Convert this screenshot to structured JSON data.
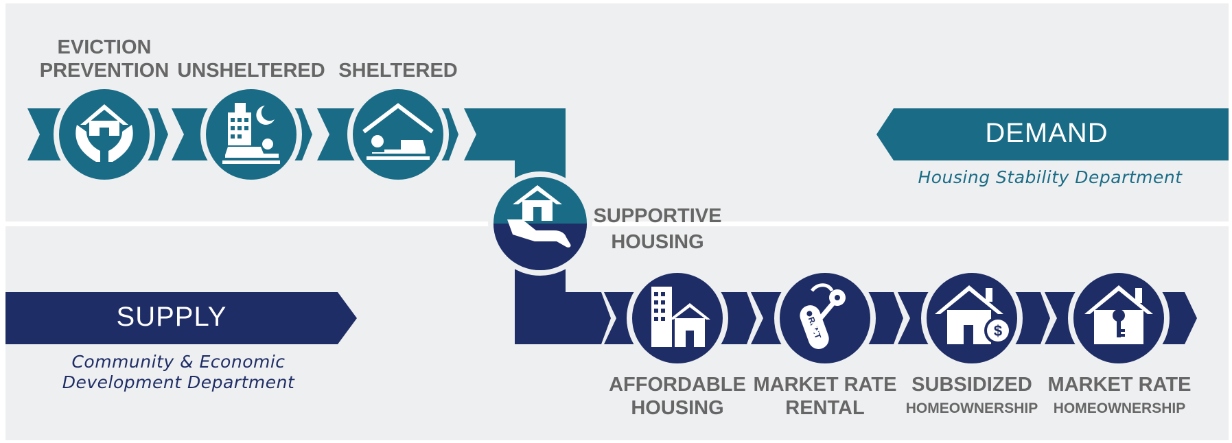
{
  "colors": {
    "teal": "#1a6c86",
    "navy": "#1f2d66",
    "panel": "#eeeff0",
    "label_gray": "#666666",
    "white": "#ffffff"
  },
  "demand": {
    "title": "DEMAND",
    "department": "Housing Stability Department"
  },
  "supply": {
    "title": "SUPPLY",
    "department_line1": "Community & Economic",
    "department_line2": "Development Department"
  },
  "steps": {
    "eviction_prevention": {
      "line1": "EVICTION",
      "line2": "PREVENTION",
      "icon": "house-in-hands-icon"
    },
    "unsheltered": {
      "line1": "UNSHELTERED",
      "icon": "city-sleeping-person-icon"
    },
    "sheltered": {
      "line1": "SHELTERED",
      "icon": "roof-sleeping-person-icon"
    },
    "supportive_housing": {
      "line1": "SUPPORTIVE",
      "line2": "HOUSING",
      "icon": "house-on-hand-icon"
    },
    "affordable_housing": {
      "line1": "AFFORDABLE",
      "line2": "HOUSING",
      "icon": "buildings-house-icon"
    },
    "market_rate_rental": {
      "line1": "MARKET RATE",
      "line2": "RENTAL",
      "icon": "rent-key-tag-icon"
    },
    "subsidized_homeownership": {
      "line1": "SUBSIDIZED",
      "line2": "HOMEOWNERSHIP",
      "icon": "house-dollar-icon"
    },
    "market_rate_homeownership": {
      "line1": "MARKET RATE",
      "line2": "HOMEOWNERSHIP",
      "icon": "house-key-icon"
    }
  },
  "tag_text": "RENT"
}
